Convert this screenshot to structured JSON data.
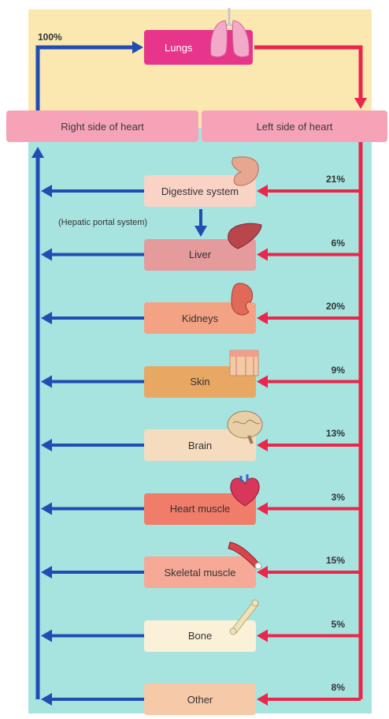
{
  "colors": {
    "top_band": "#fbe7b0",
    "main_band": "#a7e3df",
    "heart_bar": "#f6a3b8",
    "lungs_box": "#e6358b",
    "venous_arrow": "#1f4db3",
    "arterial_arrow": "#e8274b"
  },
  "lungs": {
    "label": "Lungs",
    "icon": "lungs-icon"
  },
  "lungs_percent": "100%",
  "heart": {
    "right_label": "Right side of heart",
    "left_label": "Left side of heart"
  },
  "hepatic_label": "(Hepatic portal system)",
  "organs": [
    {
      "label": "Digestive system",
      "percent": "21%",
      "color": "#f9d3c6",
      "icon": "stomach-icon"
    },
    {
      "label": "Liver",
      "percent": "6%",
      "color": "#e59a9c",
      "icon": "liver-icon"
    },
    {
      "label": "Kidneys",
      "percent": "20%",
      "color": "#f3a383",
      "icon": "kidney-icon"
    },
    {
      "label": "Skin",
      "percent": "9%",
      "color": "#e8a864",
      "icon": "skin-icon"
    },
    {
      "label": "Brain",
      "percent": "13%",
      "color": "#f6dcbf",
      "icon": "brain-icon"
    },
    {
      "label": "Heart muscle",
      "percent": "3%",
      "color": "#ef7d6a",
      "icon": "heart-icon"
    },
    {
      "label": "Skeletal muscle",
      "percent": "15%",
      "color": "#f5a996",
      "icon": "muscle-icon"
    },
    {
      "label": "Bone",
      "percent": "5%",
      "color": "#fbf0d8",
      "icon": "bone-icon"
    },
    {
      "label": "Other",
      "percent": "8%",
      "color": "#f6c9a8",
      "icon": ""
    }
  ]
}
